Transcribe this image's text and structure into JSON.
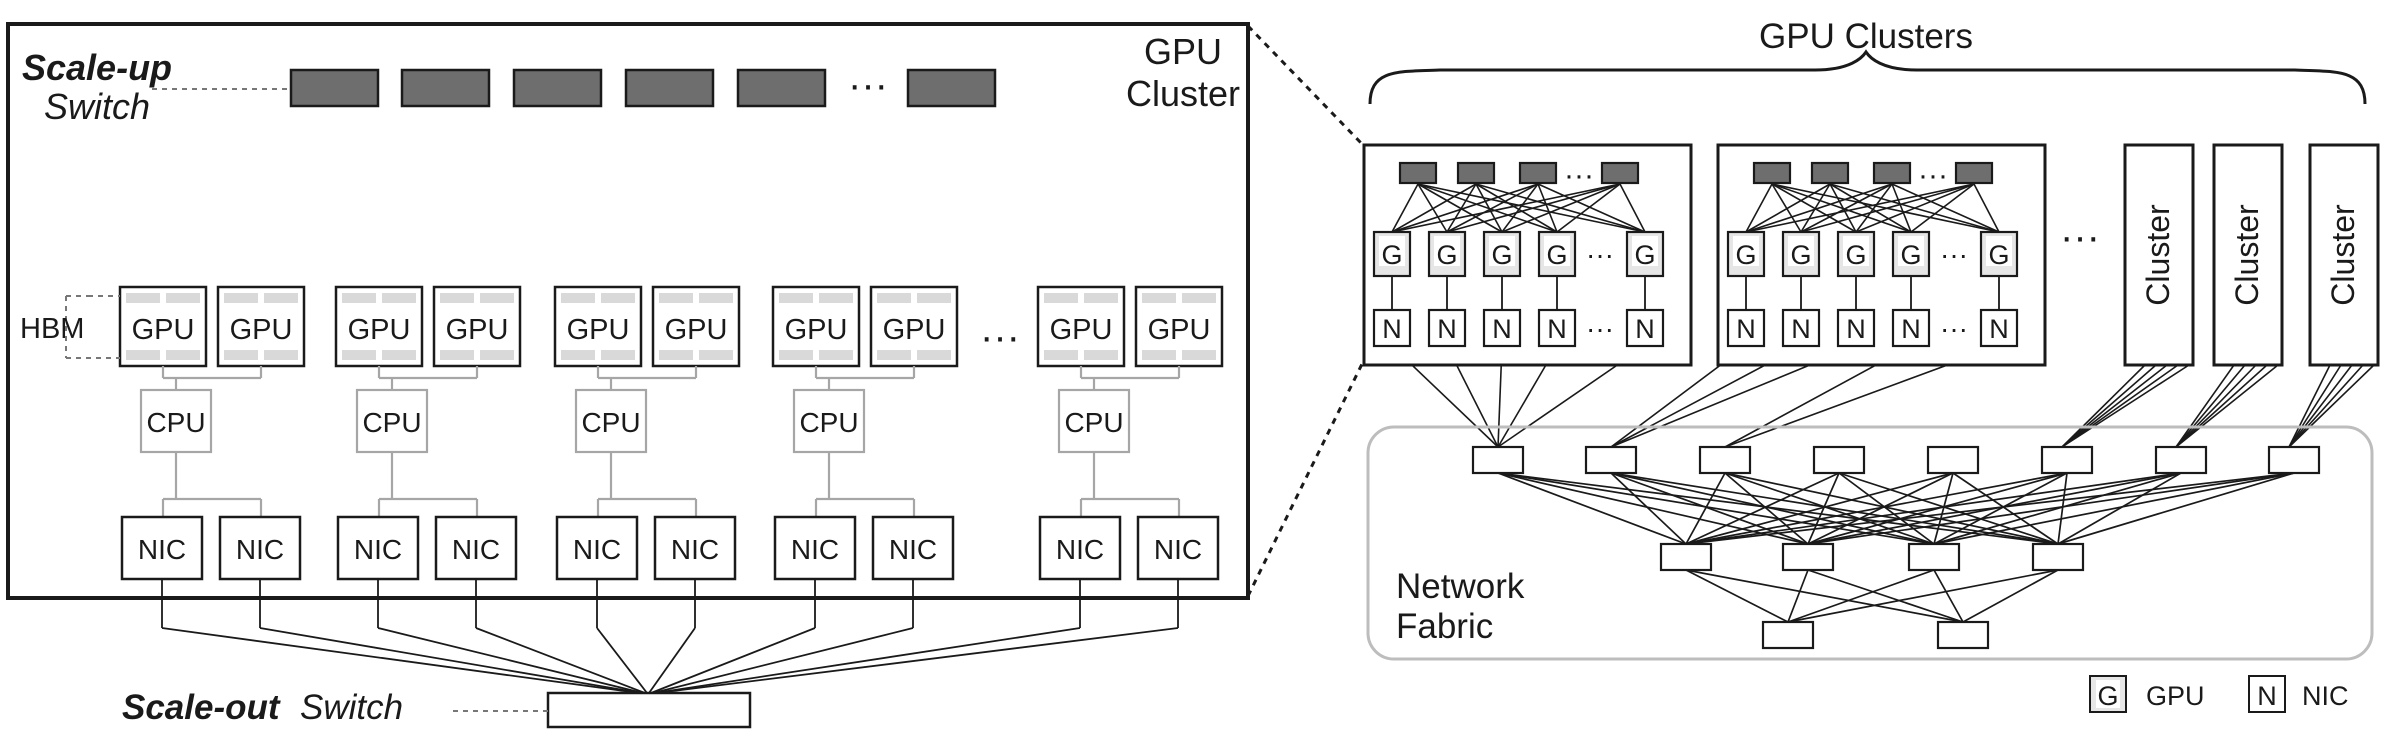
{
  "left_panel": {
    "title_line1": "GPU",
    "title_line2": "Cluster",
    "scale_up_bold": "Scale-up",
    "scale_up_italic": "Switch",
    "hbm_label": "HBM",
    "gpu_label": "GPU",
    "cpu_label": "CPU",
    "nic_label": "NIC",
    "ellipsis": "···",
    "scale_out_bold": "Scale-out",
    "scale_out_rest": " Switch"
  },
  "right_panel": {
    "title": "GPU Clusters",
    "gpu_short": "G",
    "nic_short": "N",
    "ellipsis": "···",
    "cluster_label": "Cluster",
    "fabric_line1": "Network",
    "fabric_line2": "Fabric"
  },
  "legend": {
    "gpu_symbol": "G",
    "gpu_text": "GPU",
    "nic_symbol": "N",
    "nic_text": "NIC"
  },
  "colors": {
    "stroke": "#1a1a1a",
    "switch_fill": "#6e6e6e",
    "hbm_fill": "#d9d9d9",
    "cpu_gray": "#a6a6a6",
    "fabric_border": "#bdbdbd"
  }
}
